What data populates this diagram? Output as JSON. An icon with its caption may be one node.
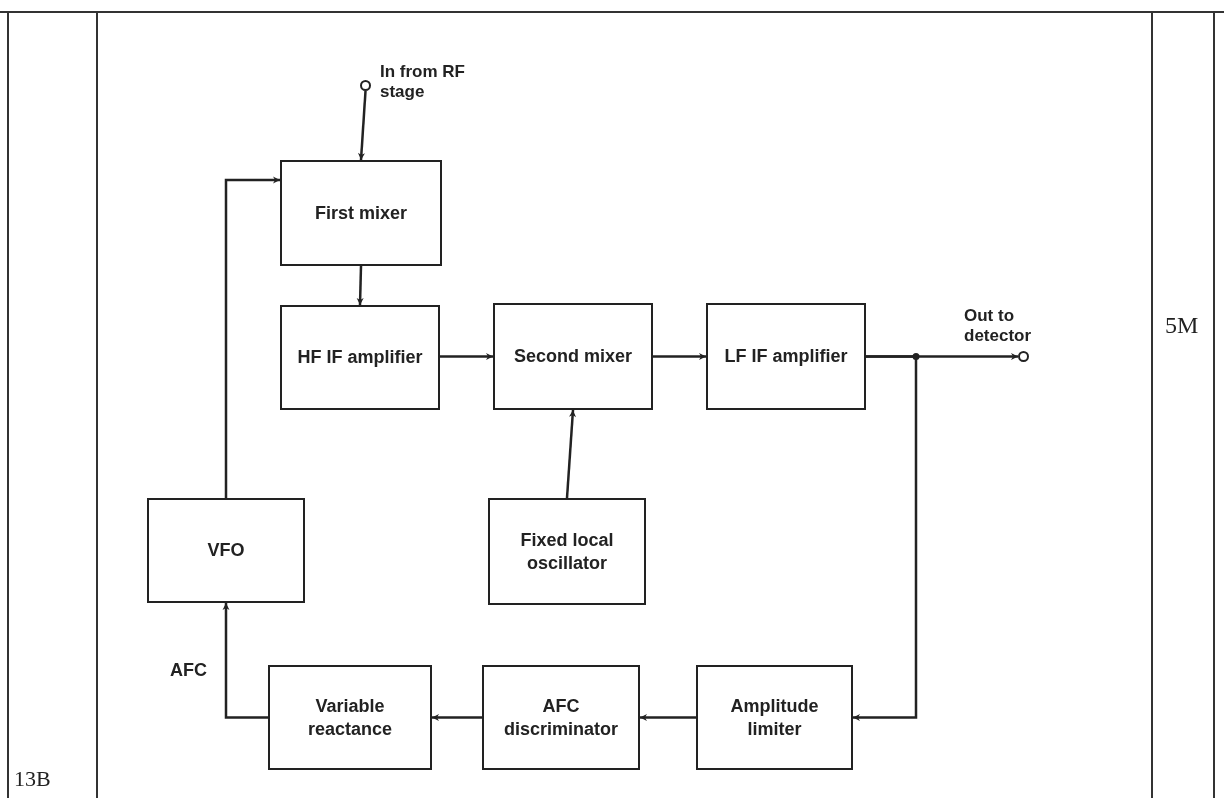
{
  "diagram": {
    "nodes": [
      {
        "text": [],
        "shape": "circle",
        "beside": [
          "In from RF stage"
        ]
      },
      {
        "text": [
          "First mixer"
        ]
      },
      {
        "text": [
          "HF IF amplifier"
        ]
      },
      {
        "text": [
          "Second mixer"
        ]
      },
      {
        "text": [
          "LF IF amplifier"
        ]
      },
      {
        "text": [],
        "shape": "circle",
        "beside": [
          "Out to detector"
        ]
      },
      {
        "text": [
          "Fixed local oscillator"
        ]
      },
      {
        "text": [
          "VFO"
        ]
      },
      {
        "text": [
          "Variable reactance"
        ]
      },
      {
        "text": [
          "AFC discriminator"
        ]
      },
      {
        "text": [
          "Amplitude limiter"
        ]
      }
    ],
    "edges": [
      {
        "from": 0,
        "to": 1,
        "arrow": "to"
      },
      {
        "from": 1,
        "to": 2,
        "arrow": "to"
      },
      {
        "from": 2,
        "to": 3,
        "arrow": "to"
      },
      {
        "from": 3,
        "to": 4,
        "arrow": "to"
      },
      {
        "from": 4,
        "to": 5,
        "arrow": "to"
      },
      {
        "from": 6,
        "to": 3,
        "arrow": "to"
      },
      {
        "from": 4,
        "to": 10,
        "arrow": "to"
      },
      {
        "from": 10,
        "to": 9,
        "arrow": "to"
      },
      {
        "from": 9,
        "to": 8,
        "arrow": "to"
      },
      {
        "from": 8,
        "to": 7,
        "arrow": "to",
        "label": "AFC"
      },
      {
        "from": 7,
        "to": 1,
        "arrow": "to"
      }
    ],
    "labels": [
      "5M",
      "13B"
    ]
  }
}
